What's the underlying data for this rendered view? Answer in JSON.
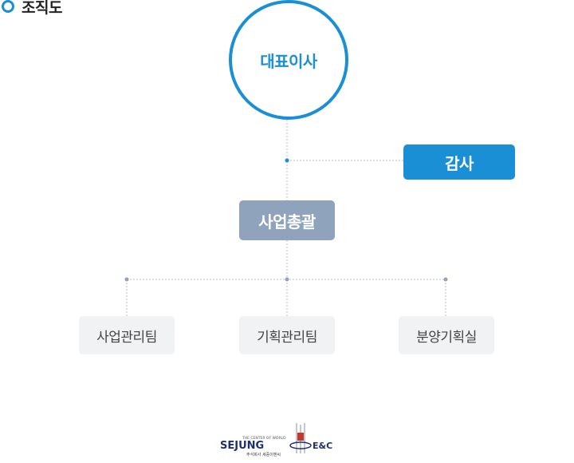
{
  "heading": {
    "title": "조직도",
    "icon": "ring-icon"
  },
  "org": {
    "ceo": "대표이사",
    "audit": "감사",
    "general_manager": "사업총괄",
    "teams": [
      "사업관리팀",
      "기획관리팀",
      "분양기획실"
    ]
  },
  "logo": {
    "tagline": "THE CENTER OF WORLD",
    "name": "SEJUNG",
    "suffix": "E&C",
    "korean": "주식회사 세중이엔씨"
  },
  "colors": {
    "accent": "#1a8fd6",
    "gm_box": "#8fa3bd",
    "team_box": "#f1f2f4",
    "connector": "#b8bec8",
    "logo_navy": "#1f2f73"
  }
}
